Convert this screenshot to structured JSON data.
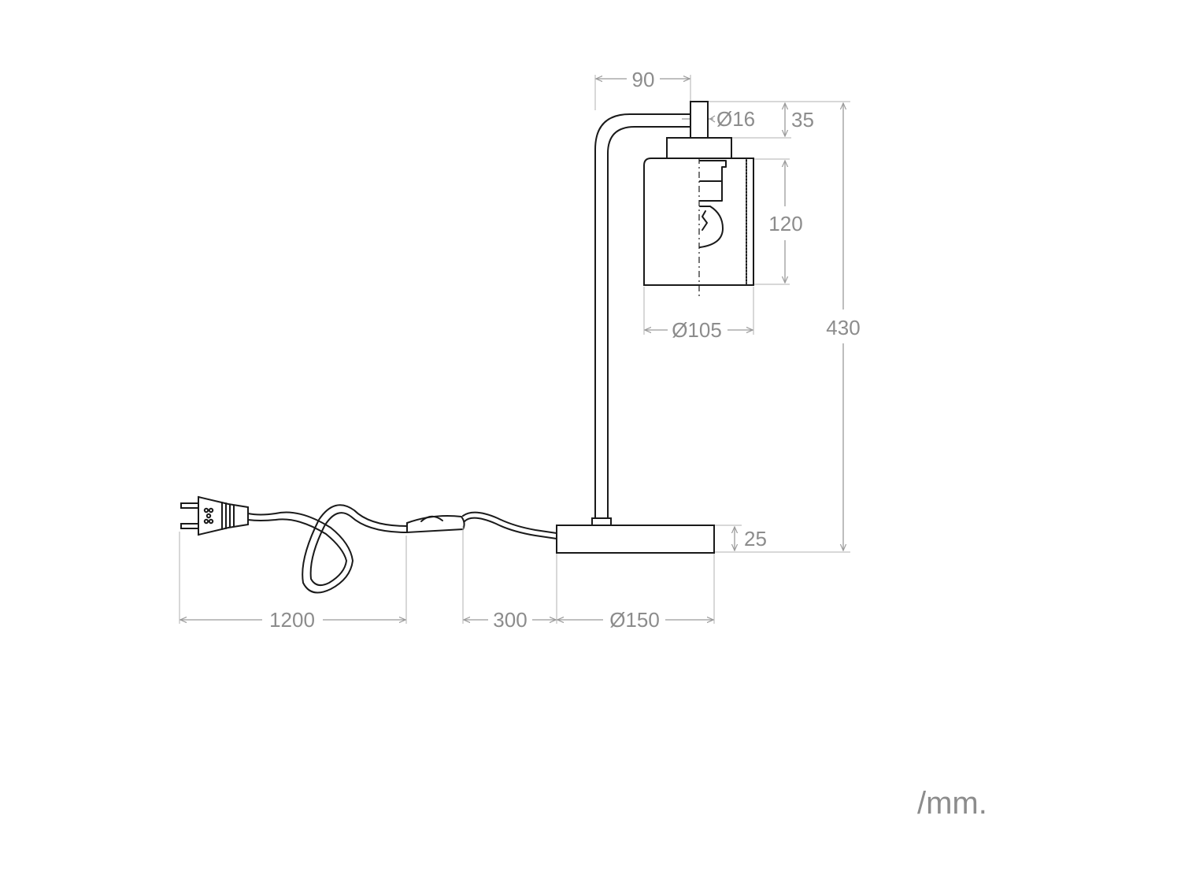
{
  "dimensions": {
    "arm_width": "90",
    "tube_diameter": "Ø16",
    "top_height": "35",
    "shade_height": "120",
    "shade_diameter": "Ø105",
    "total_height": "430",
    "base_height": "25",
    "cable_to_switch": "1200",
    "switch_to_base": "300",
    "base_diameter": "Ø150"
  },
  "unit": "/mm.",
  "colors": {
    "line": "#1a1a1a",
    "dimension": "#9a9a9a",
    "text": "#8c8c8c"
  }
}
